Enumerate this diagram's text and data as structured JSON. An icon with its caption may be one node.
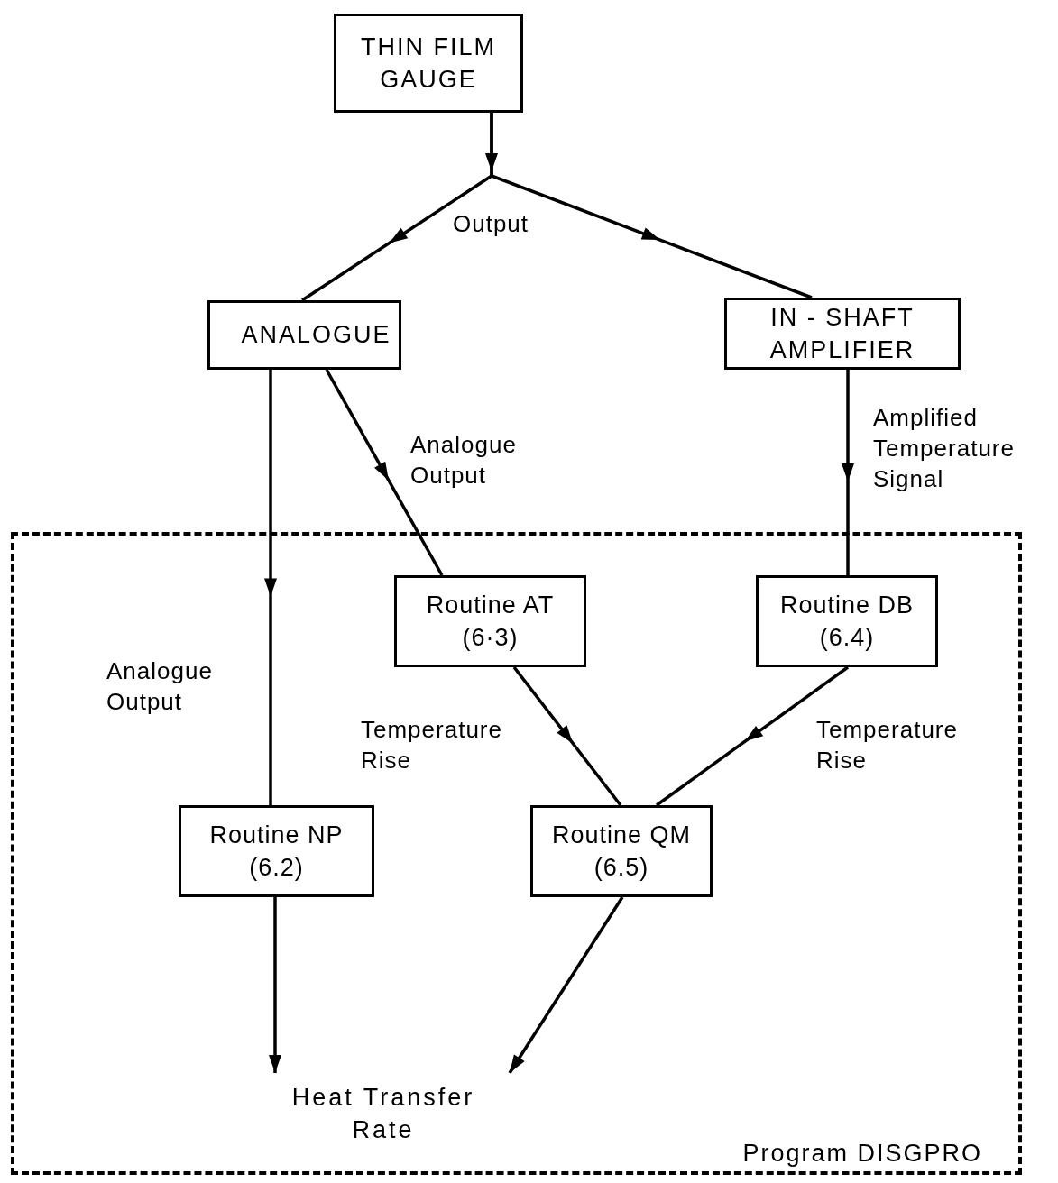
{
  "diagram": {
    "nodes": [
      {
        "text": [
          "THIN FILM GAUGE"
        ]
      },
      {
        "text": [
          "ANALOGUE"
        ]
      },
      {
        "text": [
          "IN - SHAFT AMPLIFIER"
        ]
      },
      {
        "text": [
          "Program DISGPRO"
        ]
      },
      {
        "text": [
          "Routine AT (6·3)"
        ],
        "in": 3
      },
      {
        "text": [
          "Routine DB (6.4)"
        ],
        "in": 3
      },
      {
        "text": [
          "Routine NP (6.2)"
        ],
        "in": 3
      },
      {
        "text": [
          "Routine QM (6.5)"
        ],
        "in": 3
      },
      {
        "text": [
          "Heat Transfer Rate"
        ],
        "in": 3
      }
    ],
    "edges": [
      {
        "from": 0,
        "to": 1,
        "arrow": "to"
      },
      {
        "from": 0,
        "to": 2,
        "arrow": "to"
      },
      {
        "from": 1,
        "to": 6,
        "arrow": "to",
        "label": "Analogue Output"
      },
      {
        "from": 1,
        "to": 4,
        "arrow": "to",
        "label": "Analogue Output"
      },
      {
        "from": 2,
        "to": 5,
        "arrow": "to",
        "label": "Amplified Temperature Signal"
      },
      {
        "from": 4,
        "to": 7,
        "arrow": "to",
        "label": "Temperature Rise"
      },
      {
        "from": 5,
        "to": 7,
        "arrow": "to",
        "label": "Temperature Rise"
      },
      {
        "from": 6,
        "to": 8,
        "arrow": "to"
      },
      {
        "from": 7,
        "to": 8,
        "arrow": "to"
      }
    ],
    "labels": [
      "Output"
    ]
  }
}
